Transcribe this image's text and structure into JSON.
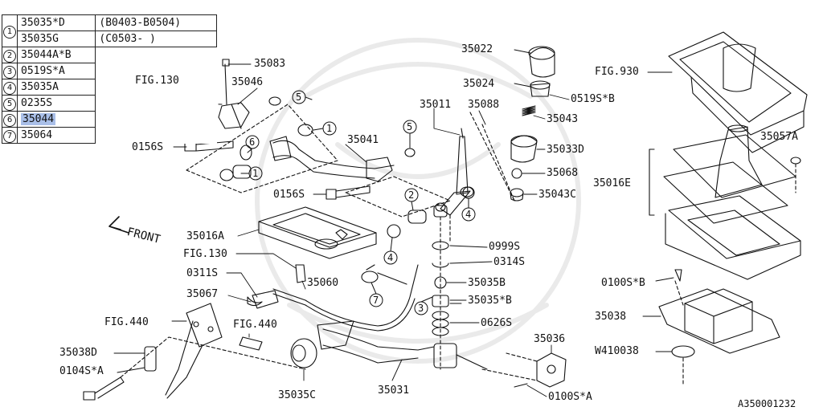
{
  "legend": [
    {
      "num": "1",
      "part": "35035*D",
      "range": "(B0403-B0504)"
    },
    {
      "num": "",
      "part": "35035G",
      "range": "(C0503-     )"
    },
    {
      "num": "2",
      "part": "35044A*B",
      "range": ""
    },
    {
      "num": "3",
      "part": "0519S*A",
      "range": ""
    },
    {
      "num": "4",
      "part": "35035A",
      "range": ""
    },
    {
      "num": "5",
      "part": "0235S",
      "range": ""
    },
    {
      "num": "6",
      "part": "35044",
      "range": "",
      "highlighted": true
    },
    {
      "num": "7",
      "part": "35064",
      "range": ""
    }
  ],
  "labels": {
    "p35083": "35083",
    "fig130_top": "FIG.130",
    "p35046": "35046",
    "p0156s_a": "0156S",
    "p35011": "35011",
    "p35088": "35088",
    "p35041": "35041",
    "p0156s_b": "0156S",
    "p35016a": "35016A",
    "fig130_mid": "FIG.130",
    "p0311s": "0311S",
    "p35060": "35060",
    "p35067": "35067",
    "fig440_a": "FIG.440",
    "fig440_b": "FIG.440",
    "p35038d": "35038D",
    "p0104s": "0104S*A",
    "p35035c": "35035C",
    "p35031": "35031",
    "p35036": "35036",
    "p0100s_a": "0100S*A",
    "p35022": "35022",
    "p35024": "35024",
    "p0519s_b": "0519S*B",
    "p35043": "35043",
    "p35033d": "35033D",
    "p35068": "35068",
    "p35043c": "35043C",
    "p0999s": "0999S",
    "p0314s": "0314S",
    "p35035b": "35035B",
    "p35035sb": "35035*B",
    "p0626s": "0626S",
    "fig930": "FIG.930",
    "p35057a": "35057A",
    "p35016e": "35016E",
    "p0100s_b": "0100S*B",
    "p35038": "35038",
    "w410038": "W410038",
    "front": "FRONT",
    "diagram_id": "A350001232"
  },
  "callouts": {
    "c5a": "5",
    "c1a": "1",
    "c6": "6",
    "c1b": "1",
    "c5b": "5",
    "c2": "2",
    "c4a": "4",
    "c4b": "4",
    "c7": "7",
    "c3": "3"
  },
  "colors": {
    "highlight": "#a9bfe8",
    "line": "#111111"
  }
}
